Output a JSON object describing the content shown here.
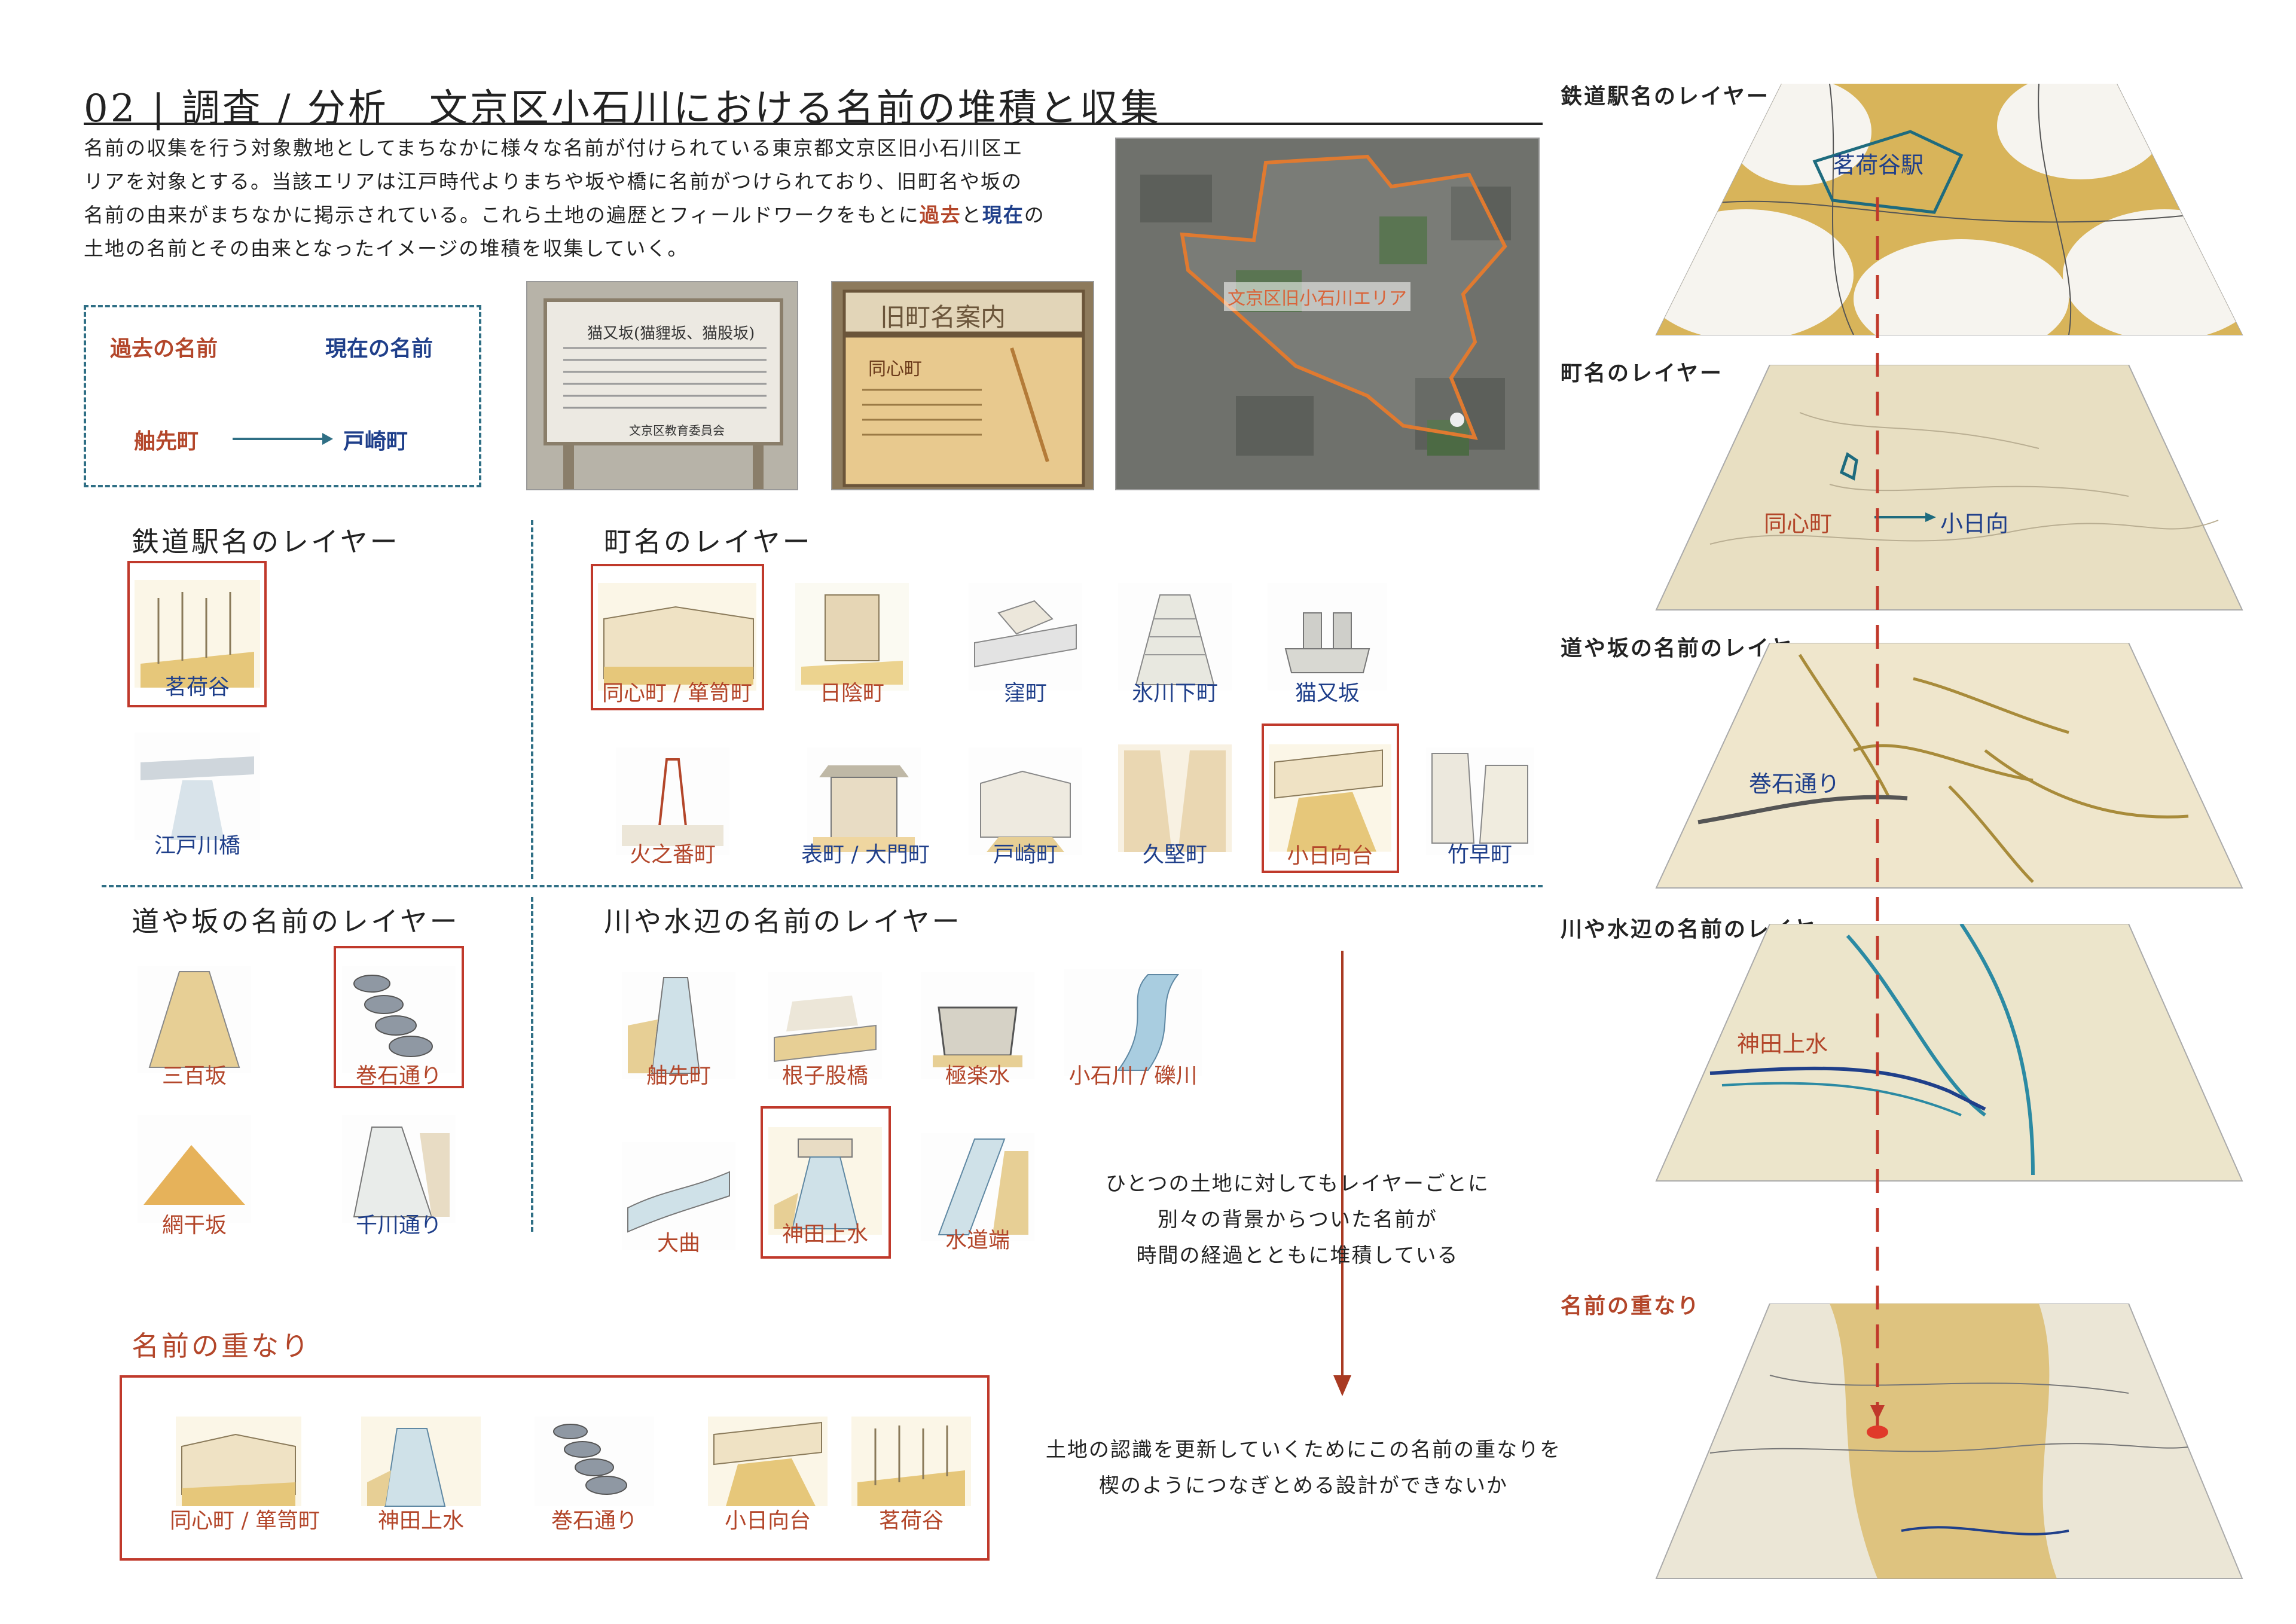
{
  "header": {
    "title": "02 | 調査 / 分析　文京区小石川における名前の堆積と収集"
  },
  "intro": {
    "line1": "名前の収集を行う対象敷地としてまちなかに様々な名前が付けられている東京都文京区旧小石川区エ",
    "line2": "リアを対象とする。当該エリアは江戸時代よりまちや坂や橋に名前がつけられており、旧町名や坂の",
    "line3_a": "名前の由来がまちなかに掲示されている。これら土地の遍歴とフィールドワークをもとに",
    "line3_past": "過去",
    "line3_and": "と",
    "line3_present": "現在",
    "line3_b": "の",
    "line4": "土地の名前とその由来となったイメージの堆積を収集していく。"
  },
  "legend": {
    "past_label": "過去の名前",
    "present_label": "現在の名前",
    "example_past": "舳先町",
    "example_present": "戸崎町"
  },
  "photos": {
    "sign1_title": "猫又坂(猫貍坂、猫股坂)",
    "sign1_footer": "文京区教育委員会",
    "sign2_title": "旧町名案内",
    "sign2_sub": "同心町",
    "map_label": "文京区旧小石川エリア"
  },
  "station_layer": {
    "title": "鉄道駅名のレイヤー",
    "items": [
      "茗荷谷",
      "江戸川橋"
    ]
  },
  "town_layer": {
    "title": "町名のレイヤー",
    "items": [
      "同心町 / 箪笥町",
      "日陰町",
      "窪町",
      "氷川下町",
      "猫又坂",
      "火之番町",
      "表町 / 大門町",
      "戸崎町",
      "久堅町",
      "小日向台",
      "竹早町"
    ]
  },
  "road_layer": {
    "title": "道や坂の名前のレイヤー",
    "items": [
      "三百坂",
      "巻石通り",
      "網干坂",
      "千川通り"
    ]
  },
  "river_layer": {
    "title": "川や水辺の名前のレイヤー",
    "items": [
      "舳先町",
      "根子股橋",
      "極楽水",
      "小石川 / 礫川",
      "大曲",
      "神田上水",
      "水道端"
    ]
  },
  "overlap": {
    "title": "名前の重なり",
    "items": [
      "同心町 / 箪笥町",
      "神田上水",
      "巻石通り",
      "小日向台",
      "茗荷谷"
    ]
  },
  "notes": {
    "note1_line1": "ひとつの土地に対してもレイヤーごとに",
    "note1_line2": "別々の背景からついた名前が",
    "note1_line3": "時間の経過とともに堆積している",
    "note2_line1": "土地の認識を更新していくためにこの名前の重なりを",
    "note2_line2": "楔のようにつなぎとめる設計ができないか"
  },
  "right_layers": {
    "station_title": "鉄道駅名のレイヤー",
    "station_label": "茗荷谷駅",
    "town_title": "町名のレイヤー",
    "town_from": "同心町",
    "town_to": "小日向",
    "road_title": "道や坂の名前のレイヤー",
    "road_label": "巻石通り",
    "river_title": "川や水辺の名前のレイヤー",
    "river_label": "神田上水",
    "overlap_title": "名前の重なり"
  },
  "colors": {
    "past": "#b3462a",
    "present": "#1f3f8a",
    "dashed": "#2f6f85",
    "highlight": "#c0392b",
    "layer_bg": "#e8dfc2",
    "gold": "#d8b45a"
  }
}
